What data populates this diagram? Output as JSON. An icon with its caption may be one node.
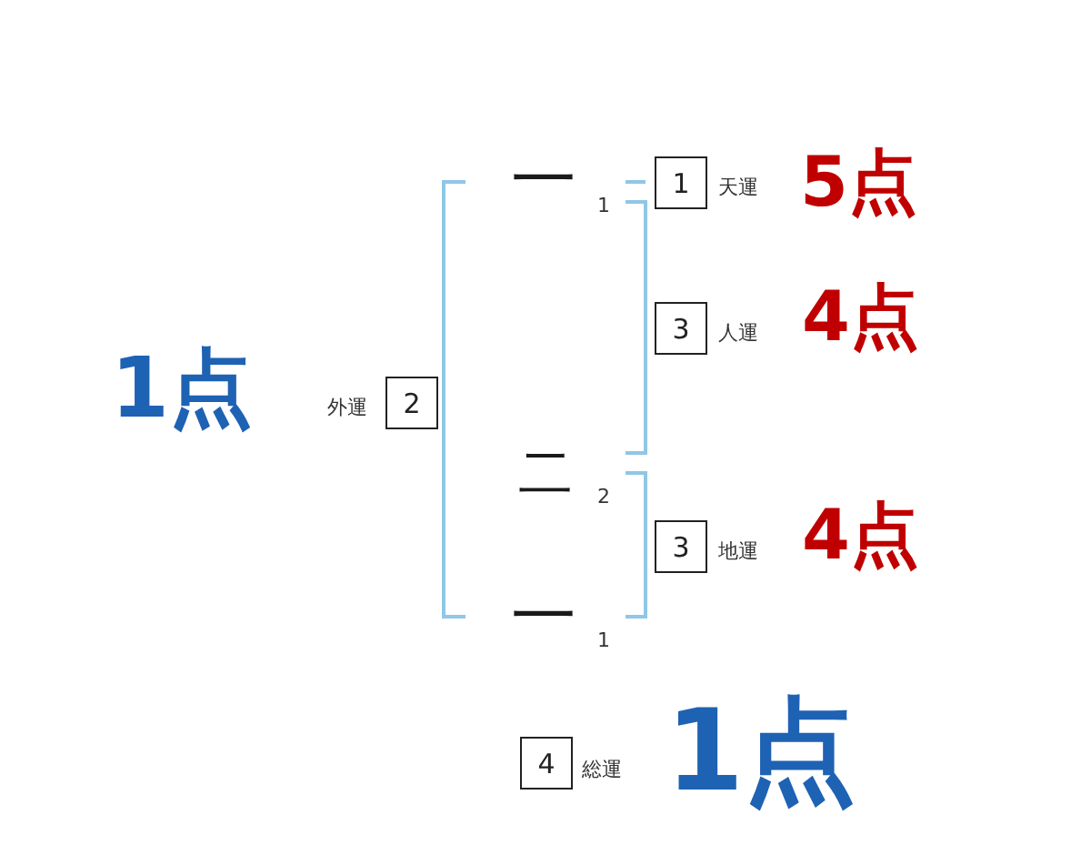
{
  "diagram": {
    "nodes": [
      {
        "text": [
          "1"
        ],
        "beside": [
          "天運",
          "5点"
        ]
      },
      {
        "text": [
          "3"
        ],
        "beside": [
          "人運",
          "4点"
        ]
      },
      {
        "text": [
          "2"
        ],
        "beside": [
          "外運",
          "1点"
        ]
      },
      {
        "text": [
          "3"
        ],
        "beside": [
          "地運",
          "4点"
        ]
      },
      {
        "text": [
          "4"
        ],
        "beside": [
          "総運",
          "1点"
        ]
      }
    ],
    "labels": [
      "一",
      "1",
      "二",
      "2",
      "一",
      "1"
    ]
  }
}
